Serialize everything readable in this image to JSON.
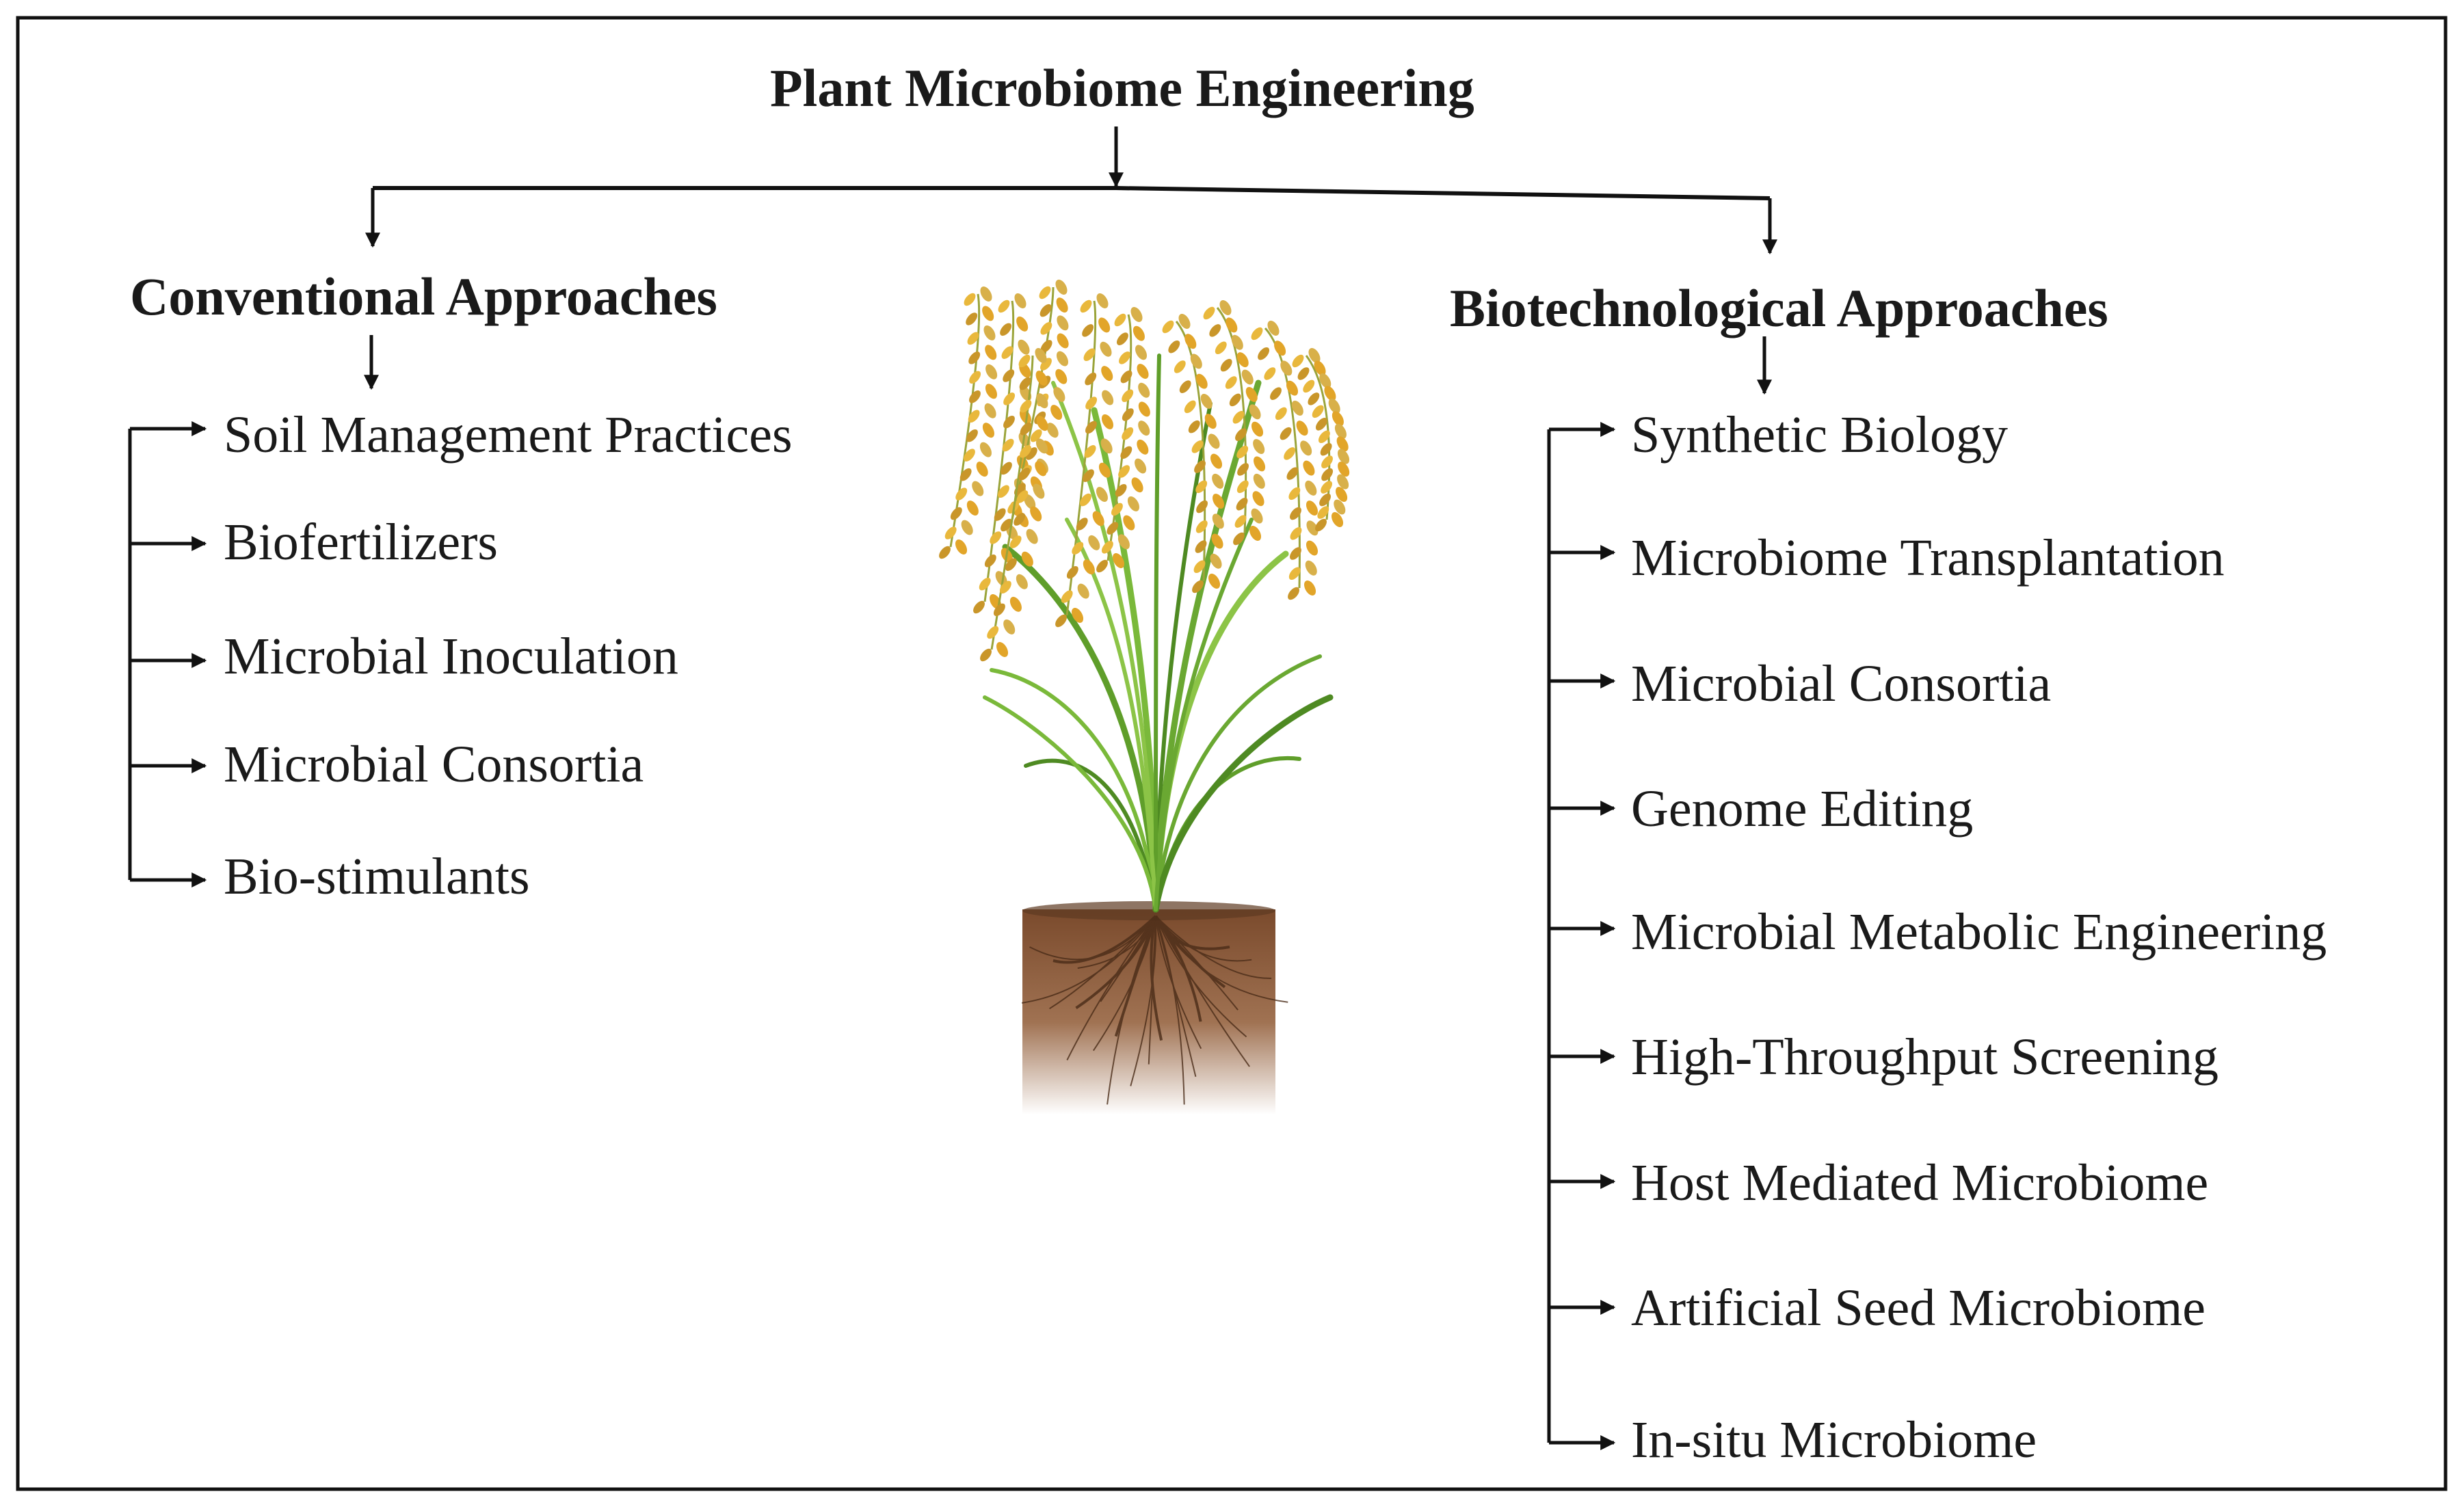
{
  "diagram": {
    "title": "Plant Microbiome Engineering",
    "conventional": {
      "heading": "Conventional Approaches",
      "items": [
        "Soil Management Practices",
        "Biofertilizers",
        "Microbial Inoculation",
        "Microbial Consortia",
        "Bio-stimulants"
      ]
    },
    "biotechnological": {
      "heading": "Biotechnological Approaches",
      "items": [
        "Synthetic Biology",
        "Microbiome Transplantation",
        "Microbial Consortia",
        "Genome Editing",
        "Microbial Metabolic Engineering",
        "High-Throughput Screening",
        "Host Mediated Microbiome",
        "Artificial Seed Microbiome",
        "In-situ Microbiome"
      ]
    },
    "illustration": "rice-plant-in-soil",
    "colors": {
      "line": "#111111",
      "text": "#1a1a1a",
      "leaf": "#6fae2e",
      "grain": "#e2a529",
      "soil": "#8a5a3a"
    }
  }
}
